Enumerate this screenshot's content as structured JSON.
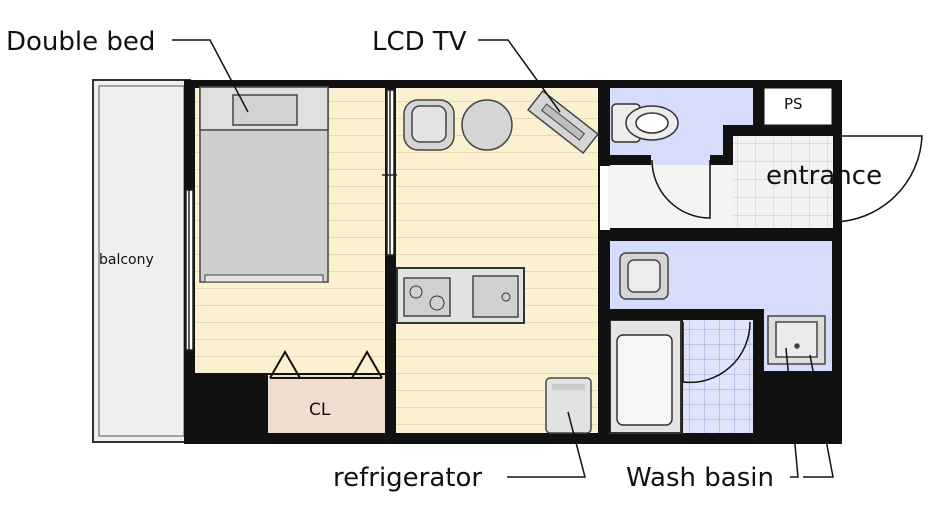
{
  "callouts": {
    "double_bed": "Double bed",
    "lcd_tv": "LCD TV",
    "refrigerator": "refrigerator",
    "wash_basin": "Wash basin"
  },
  "rooms": {
    "balcony": "balcony",
    "entrance": "entrance",
    "ps": "PS",
    "closet": "CL"
  },
  "colors": {
    "wall": "#111111",
    "wood_floor": "#fbf0cf",
    "wood_lines": "#e8ddb8",
    "wet_area": "#d6dcfb",
    "tile": "#eeeeee",
    "furniture": "#cfcfcf",
    "balcony_floor": "#eeeeee"
  }
}
